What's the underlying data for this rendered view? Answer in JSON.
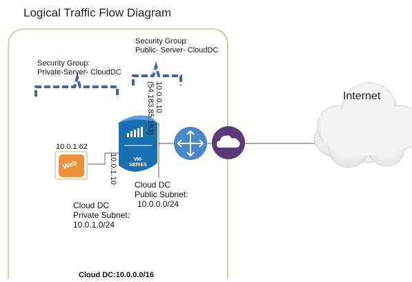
{
  "title": "Logical Traffic Flow Diagram",
  "security_group_private": {
    "line1": "Security Group:",
    "line2": "Private-Server- CloudDC"
  },
  "security_group_public": {
    "line1": "Security Group:",
    "line2": "Public- Server- CloudDC"
  },
  "public_ip": {
    "line1": "10.0.0.10",
    "line2": "(54.183.85.163)"
  },
  "private_ip": "10.0.1.10",
  "web_ip": "10.0.1.62",
  "web_label": "Web",
  "firewall": {
    "line1": "VM-",
    "line2": "SERIES"
  },
  "public_subnet": {
    "line1": "Cloud DC",
    "line2": "Public Subnet:",
    "line3": "10.0.0.0/24"
  },
  "private_subnet": {
    "line1": "Cloud DC",
    "line2": "Private Subnet:",
    "line3": "10.0.1.0/24"
  },
  "cloud_dc": "Cloud DC:10.0.0.0/16",
  "internet": "Internet",
  "colors": {
    "container_border": "#c8d4b0",
    "firewall_blue": "#1a6fb0",
    "router_blue": "#4a86c8",
    "gateway_purple": "#5b3a7a",
    "web_orange": "#f0923a",
    "security_group_dashed": "#3e67a0",
    "line_gray": "#7a7a7a"
  },
  "icons": [
    "firewall-icon",
    "router-icon",
    "internet-gateway-icon",
    "web-server-icon",
    "internet-cloud-icon"
  ]
}
